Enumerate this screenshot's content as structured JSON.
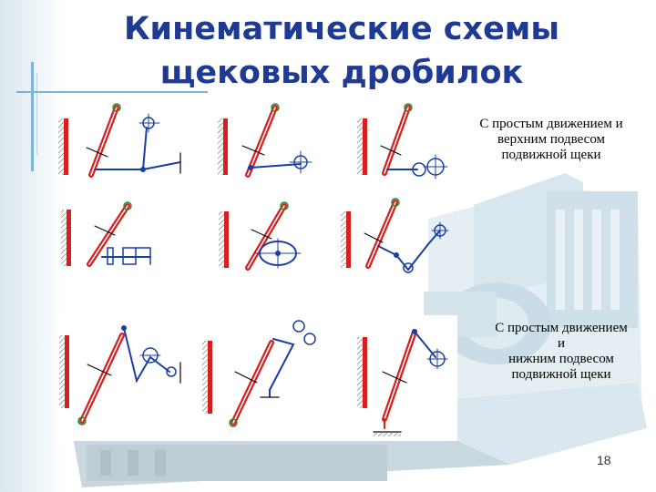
{
  "slide": {
    "title_line1": "Кинематические схемы",
    "title_line2": "щековых дробилок",
    "caption_top": [
      "С простым движением и",
      "верхним подвесом",
      "подвижной щеки"
    ],
    "caption_bottom": [
      "С простым движением",
      "и",
      "нижним подвесом",
      "подвижной щеки"
    ],
    "page_number": "18"
  },
  "colors": {
    "title": "#1f3a93",
    "jaw": "#d62020",
    "mechanism": "#1a3fa0",
    "accent_line": "#7eb3d8"
  }
}
